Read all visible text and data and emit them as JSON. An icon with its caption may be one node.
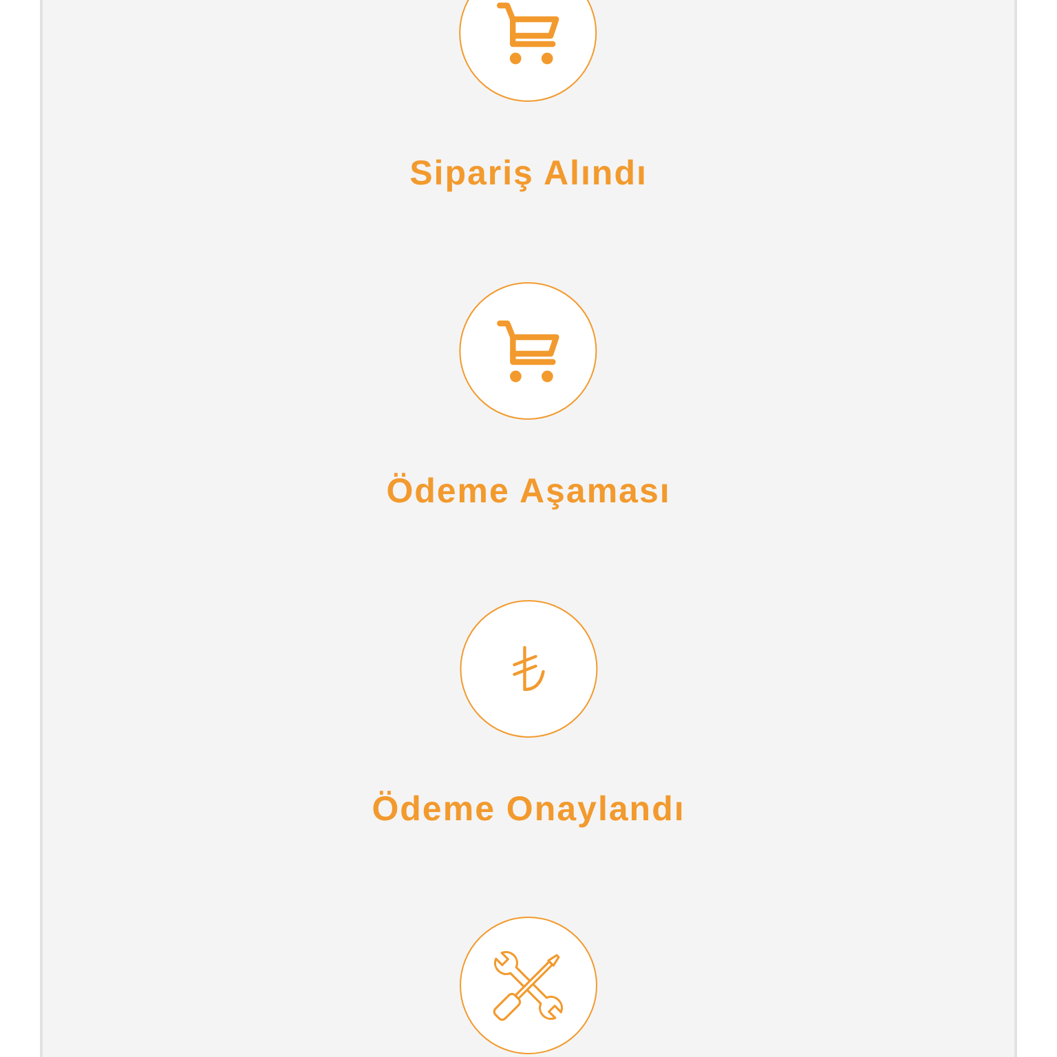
{
  "diagram": {
    "nodes": [
      {
        "text": [
          "Sipariş Alındı"
        ]
      },
      {
        "text": [
          "Ödeme Aşaması"
        ]
      },
      {
        "text": [
          "Ödeme Onaylandı"
        ]
      },
      {
        "text": [],
        "shape": "circle"
      }
    ]
  }
}
